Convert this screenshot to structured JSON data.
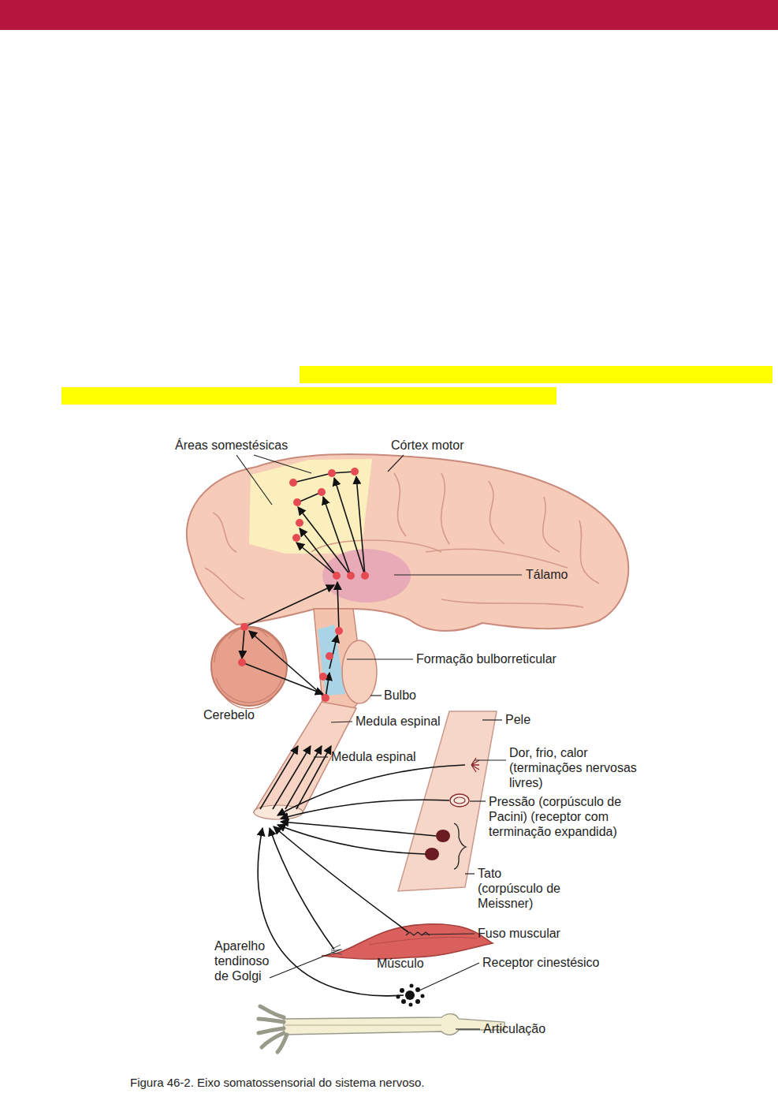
{
  "diagram": {
    "caption": "Figura 46-2. Eixo somatossensorial do sistema nervoso.",
    "labels": [
      "Áreas somestésicas",
      "Córtex motor",
      "Tálamo",
      "Formação bulborreticular",
      "Bulbo",
      "Cerebelo",
      "Medula espinal",
      "Medula espinal",
      "Pele",
      "Dor, frio, calor (terminações nervosas livres)",
      "Pressão (corpúsculo de Pacini) (receptor com terminação expandida)",
      "Tato (corpúsculo de Meissner)",
      "Fuso muscular",
      "Aparelho tendinoso de Golgi",
      "Músculo",
      "Receptor cinestésico",
      "Articulação"
    ]
  }
}
